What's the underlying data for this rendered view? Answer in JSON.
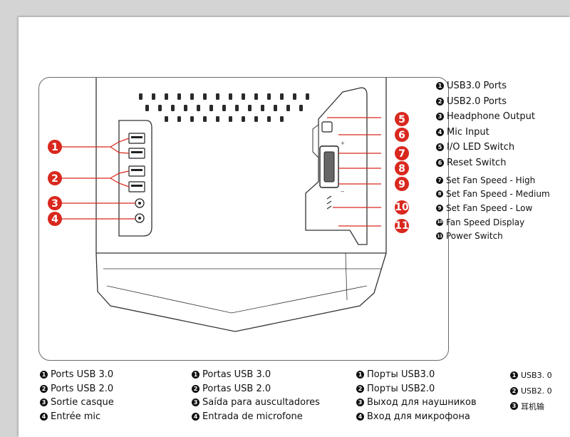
{
  "legend": [
    {
      "num": "1",
      "label": "USB3.0 Ports"
    },
    {
      "num": "2",
      "label": "USB2.0 Ports"
    },
    {
      "num": "3",
      "label": "Headphone Output"
    },
    {
      "num": "4",
      "label": "Mic Input"
    },
    {
      "num": "5",
      "label": "I/O LED Switch"
    },
    {
      "num": "6",
      "label": "Reset Switch"
    },
    {
      "num": "7",
      "label": "Set Fan Speed - High"
    },
    {
      "num": "8",
      "label": "Set Fan Speed - Medium"
    },
    {
      "num": "9",
      "label": "Set Fan Speed - Low"
    },
    {
      "num": "10",
      "label": "Fan Speed Display"
    },
    {
      "num": "11",
      "label": "Power Switch"
    }
  ],
  "callouts": [
    "1",
    "2",
    "3",
    "4",
    "5",
    "6",
    "7",
    "8",
    "9",
    "10",
    "11"
  ],
  "panel_marks": {
    "fan_plus": "+",
    "fan_minus": "−"
  },
  "colors": {
    "callout": "#d9281e",
    "line": "#333333",
    "badge": "#111111",
    "page_bg": "#ffffff",
    "backdrop": "#d4d4d4"
  },
  "translations": {
    "french": [
      {
        "num": "1",
        "label": "Ports USB 3.0"
      },
      {
        "num": "2",
        "label": "Ports USB 2.0"
      },
      {
        "num": "3",
        "label": "Sortie casque"
      },
      {
        "num": "4",
        "label": "Entrée mic"
      }
    ],
    "portuguese": [
      {
        "num": "1",
        "label": "Portas USB 3.0"
      },
      {
        "num": "2",
        "label": "Portas USB 2.0"
      },
      {
        "num": "3",
        "label": "Saída para auscultadores"
      },
      {
        "num": "4",
        "label": "Entrada de microfone"
      }
    ],
    "russian": [
      {
        "num": "1",
        "label": "Порты USB3.0"
      },
      {
        "num": "2",
        "label": "Порты USB2.0"
      },
      {
        "num": "3",
        "label": "Выход для наушников"
      },
      {
        "num": "4",
        "label": "Вход для микрофона"
      }
    ],
    "chinese": [
      {
        "num": "1",
        "label": "USB3. 0"
      },
      {
        "num": "2",
        "label": "USB2. 0"
      },
      {
        "num": "3",
        "label": "耳机输"
      }
    ]
  }
}
